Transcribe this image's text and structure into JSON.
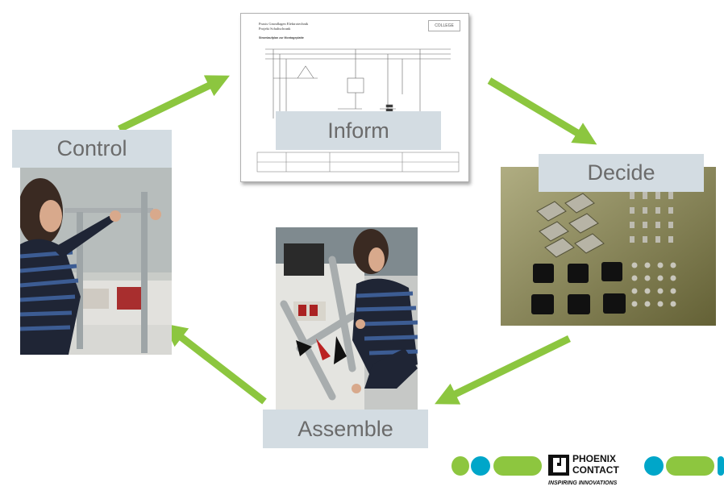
{
  "steps": {
    "inform": "Inform",
    "decide": "Decide",
    "assemble": "Assemble",
    "control": "Control"
  },
  "document": {
    "title_line1": "Praxis Grundlagen Elektrotechnik",
    "title_line2": "Projekt Schaltschrank",
    "subheading": "Stromlaufplan zur Montageplatte",
    "logo_text": "COLLEGE"
  },
  "brand": {
    "name_line1": "PHOENIX",
    "name_line2": "CONTACT",
    "tagline": "INSPIRING INNOVATIONS"
  },
  "colors": {
    "arrow": "#8cc63f",
    "label_bg": "#d3dce2",
    "logo_green": "#8dc63f",
    "logo_blue": "#00a6c9"
  }
}
